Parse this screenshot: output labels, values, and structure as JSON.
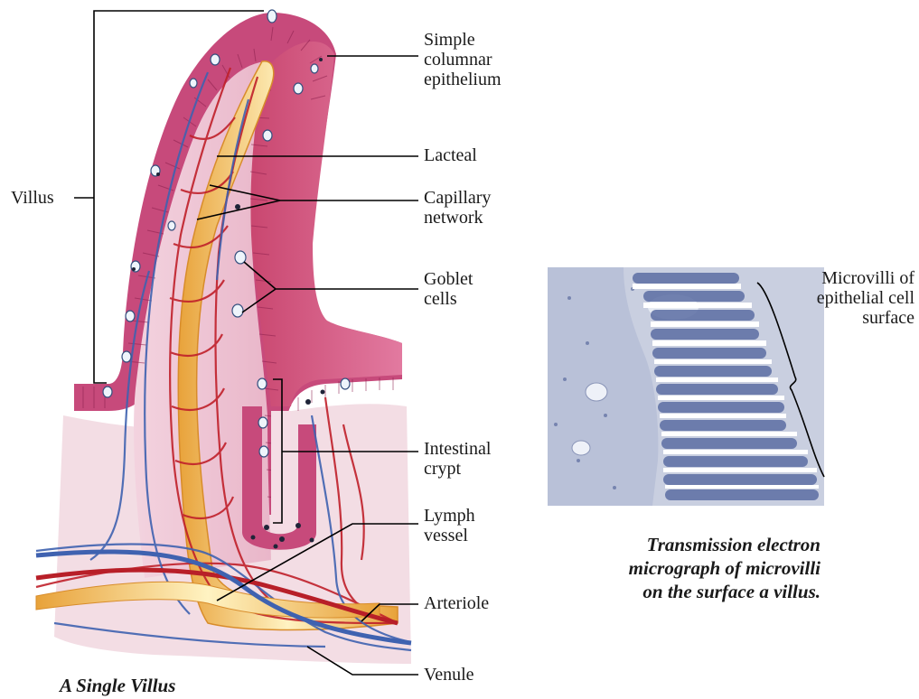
{
  "labels": {
    "villus": "Villus",
    "simple_columnar_epithelium": "Simple\ncolumnar\nepithelium",
    "lacteal": "Lacteal",
    "capillary_network": "Capillary\nnetwork",
    "goblet_cells": "Goblet\ncells",
    "intestinal_crypt": "Intestinal\ncrypt",
    "lymph_vessel": "Lymph\nvessel",
    "arteriole": "Arteriole",
    "venule": "Venule",
    "microvilli": "Microvilli of\nepithelial cell\nsurface"
  },
  "captions": {
    "villus_figure": "A Single Villus",
    "micrograph": "Transmission electron\nmicrograph of microvilli\non the surface a villus."
  },
  "colors": {
    "epithelium": "#b5396c",
    "lamina": "#e8b3c6",
    "lacteal": "#f3b64a",
    "capillary_red": "#c0202a",
    "vein_blue": "#3f62b0",
    "micrograph_bg": "#c9cfe0",
    "micrograph_ink": "#41548e"
  }
}
